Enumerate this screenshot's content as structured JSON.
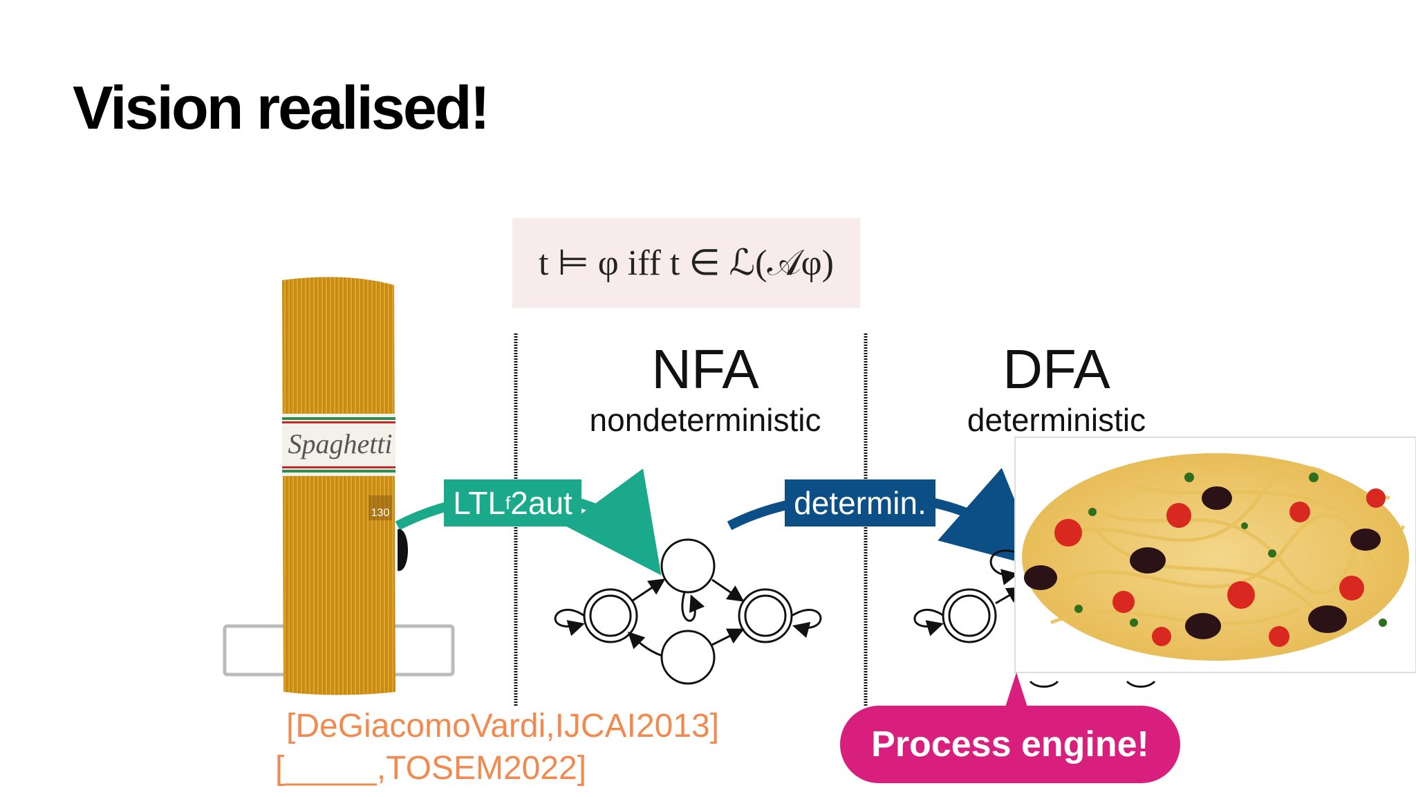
{
  "slide": {
    "title": "Vision realised!"
  },
  "formula": {
    "text": "t ⊨ φ iff t ∈ ℒ(𝒜φ)"
  },
  "columns": [
    {
      "heading": "NFA",
      "subtitle": "nondeterministic"
    },
    {
      "heading": "DFA",
      "subtitle": "deterministic"
    }
  ],
  "transforms": [
    {
      "label_main": "LTL",
      "label_sub": "f",
      "label_tail": "2aut",
      "color": "#1aa98b"
    },
    {
      "label": "determin.",
      "color": "#0c4f86"
    }
  ],
  "citations": [
    "[DeGiacomoVardi,IJCAI2013]",
    "[_____,TOSEM2022]"
  ],
  "callout": {
    "text": "Process engine!",
    "color": "#d81f7e"
  },
  "images": [
    {
      "name": "spaghetti-package",
      "label": "Spaghetti",
      "badge": "130"
    },
    {
      "name": "spaghetti-dish"
    }
  ]
}
